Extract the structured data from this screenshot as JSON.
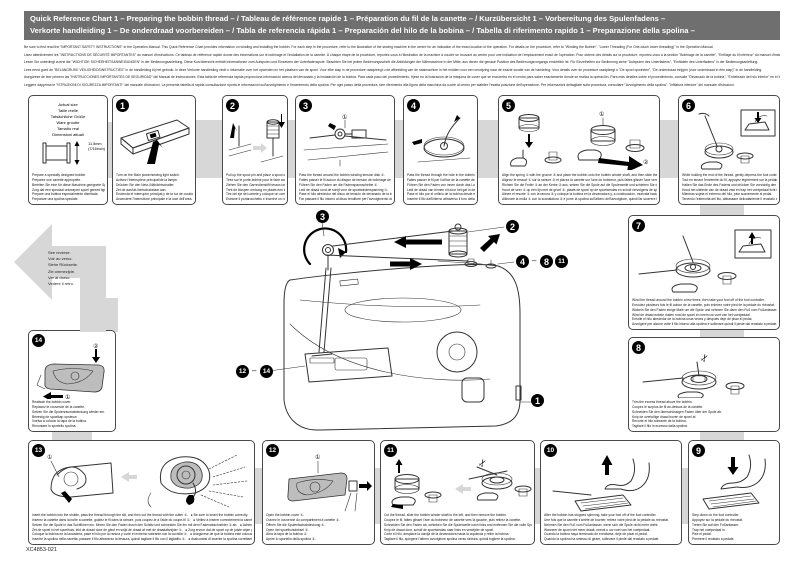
{
  "colors": {
    "header_bg": "#6f6f6f",
    "connector_gray": "#d7d7d7",
    "badge": "#000000"
  },
  "header": {
    "line1": "Quick Reference Chart 1  – Preparing the bobbin thread – / Tableau de référence rapide 1  – Préparation du fil de la canette – / Kurzübersicht 1  – Vorbereitung des Spulenfadens –",
    "line2": "Verkorte handleiding 1  – De onderdraad voorbereiden – / Tabla de referencia rápida 1  – Preparación del hilo de la bobina – / Tabella di riferimento rapido 1  – Preparazione della spolina –"
  },
  "intro": {
    "lines": [
      "Be sure to first read the \"IMPORTANT SAFETY INSTRUCTIONS\" in the Operation Manual. This Quick Reference Chart provides information on winding and installing the bobbin. For each step in the procedure, refer to the illustration of the sewing machine in the centre for an indication of the exact location of the operation. For details on the procedure, refer to \"Winding the Bobbin\", \"Lower Threading (For One-touch lower threading)\" in the Operation Manual.",
      "Lisez attentivement les \"INSTRUCTIONS DE SÉCURITÉ IMPORTANTES\" du manuel d'instructions. Ce tableau de référence rapide donne des informations sur le bobinage et l'installation de la canette. À chaque étape de la procédure, reportez-vous à l'illustration de la machine à coudre se trouvant au centre pour une indication de l'emplacement exact de l'opération. Pour obtenir des détails sur la procédure, reportez-vous à la section \"Bobinage de la canette\", \"Enfilage du fil inférieur\" du manuel d'instructions.",
      "Lesen Sie unbedingt zuerst die \"WICHTIGE SICHERHEITSANWEISUNGEN\" in der Bedienungsanleitung. Diese Kurzübersicht enthält Informationen zum Aufspulen und Einsetzen der Unterfadenspule. Beachten Sie bei jedem Bedienungsschritt die Abbildungen der Nähmaschine in der Mitte, aus denen die genaue Position des Bedienungsvorgangs ersichtlich ist. Für Einzelheiten zur Bedienung siehe \"Aufspulen des Unterfadens\", \"Einfädeln des Unterfadens\" in der Bedienungsanleitung.",
      "Lees eerst goed de \"BELANGRIJKE VEILIGHEIDSINSTRUCTIES\" in de handleiding bij het gebruik. In deze Verkorte handleiding vindt u informatie over het opwinden en het plaatsen van de spoel. Voor elke stap in de procedure raadpleegt u de afbeelding van de naaimachine in het midden voor een verwijzing naar de exacte locatie van de handeling. Voor details over de procedure raadpleegt u \"De spoel opwinden\", \"De onderdraad inrijgen (voor onderdraad in één stap)\" in de handleiding.",
      "Asegúrese de leer primero las \"INSTRUCCIONES IMPORTANTES DE SEGURIDAD\" del Manual de instrucciones. Esta tabla de referencia rápida proporciona información acerca del devanado y la instalación de la bobina. Para cada paso del procedimiento, fíjese en la ilustración de la máquina de coser que se encuentra en el centro para saber exactamente dónde se realiza la operación. Para más detalles sobre el procedimiento, consulte \"Devanado de la bobina\", \"Enhebrado del hilo inferior\" en el Manual de instrucciones.",
      "Leggere dapprima le \"ISTRUZIONI DI SICUREZZA IMPORTANTI\" del manuale d'istruzioni. La presente tabella di rapida consultazione riporta le informazioni sull'avvolgimento e l'inserimento della spolina. Per ogni passo della procedura, fare riferimento alla figura della macchina da cucire al centro per stabilire l'esatta posizione dell'operazione. Per informazioni dettagliate sulla procedura, consultare \"Avvolgimento della spolina\", \"Infilatura inferiore\" del manuale d'istruzioni."
    ]
  },
  "actual_size": {
    "labels": "Actual size\nTaille réelle\nTatsächliche Größe\nWare grootte\nTamaño real\nDimensioni attuali",
    "dimension": "11.5mm\n(7/16inch)",
    "caption": "Prepare a specially designed bobbin.\nPréparez une canette appropriée.\nBereiten Sie eine für diese Maschine geeignete Spule vor.\nZorg dat een speciaal ontworpen spoel gereed ligt.\nPrepare una bobina especialmente diseñada.\nPreparare una spolina speciale."
  },
  "see_reverse": {
    "text": "See reverse.\nVoir au verso.\nSiehe Rückseite.\nZie ommezijde.\nVer al dorso.\nVedere il retro."
  },
  "marks": {
    "m1": "①",
    "m2": "②",
    "scissors": "✂"
  },
  "steps": [
    {
      "num": "1",
      "caption": "Turn on the Main power/sewing light switch.\nActivez l'interrupteur principal/de la lampe.\nDrücken Sie den Netz-/Nählichtschalter.\nZet de aan/uit-lichtschakelaar aan.\nEncienda el interruptor principal y de la luz de cosido.\nAccendere l'interruttore principale e la luce dell'area."
    },
    {
      "num": "2",
      "caption": "Pull up the spool pin and place a spool of thread on this pin.\nTirez sur le porte-bobine pour le faire sortir et placez une bobine de fil.\nZiehen Sie den Garnrollenstift heraus und setzen Sie eine Garnrolle auf diesen Stift.\nTrek de klospen omhoog en plaats een klos garen op deze pen.\nTire del eje del carrete y coloque un carrete de hilo.\nEstrarre il portarocchetto e inserirvi un rocchetto di filo."
    },
    {
      "num": "3",
      "caption": "Pass the thread around the bobbin winding tension disk ①.\nFaites passer le fil autour du disque de tension de bobinage de la canette ①.\nFühren Sie den Faden um die Fadenspannscheibe ①.\nLeid de draad rond de schijf voor de spoelwinderspanning ①.\nPase el hilo alrededor del disco de tensión de devanado de la bobina ①.\nFar passare il filo intorno al disco tenditore per l'avvolgimento della spolina ①."
    },
    {
      "num": "4",
      "caption": "Pass the thread through the hole in the bobbin from the inside.\nFaites passer le fil par l'orifice de la canette de l'intérieur.\nFühren Sie den Faden von innen durch das Loch in der Spule.\nLeid de draad van binnen uit door het gat in de spoel.\nPase el hilo por el orificio de la bobina desde el interior.\nInserire il filo dall'interno attraverso il foro della spolina."
    },
    {
      "num": "5",
      "caption": "Align the spring ① with the groove ② and place the bobbin onto the bobbin winder shaft, and then slide the bobbin winder shaft to the right.\nAlignez le ressort ① sur la rainure ② et placez la canette sur l'axe du bobineur, puis faites glisser l'axe vers la droite.\nRichten Sie die Feder ① an der Kerbe ② aus, setzen Sie die Spule auf die Spulerwelle und schieben Sie dann die Spulerwelle nach rechts.\nHoud de veer ① op één lijn met de groef ②, plaats de spoel op de spoelwindas en schuif vervolgens de spoelwindas naar rechts.\nAlinee el resorte ① con la ranura ② y coloque la bobina en la devanadora y, a continuación, muévala hacia la derecha.\nAllineare la molla ① con la scanalatura ② e porre la spolina sull'albero dell'avvolgitore, quindi far scorrere l'albero verso destra."
    },
    {
      "num": "6",
      "caption": "While holding the end of the thread, gently depress the foot controller.\nTout en tenant l'extrémité du fil, appuyez légèrement sur la pédale du rhéostat.\nHalten Sie das Ende des Fadens und drücken Sie vorsichtig den Fußanlasser.\nHoud het uiteinde van de draad vast en trap het voetpedaal licht in.\nMientras sujeta el extremo del hilo, pise suavemente el pedal.\nTenendo l'estremità del filo, abbassare delicatamente il reostato a pedale."
    },
    {
      "num": "7",
      "caption": "Wind the thread around the bobbin a few times, then take your foot off of the foot controller.\nEnroulez plusieurs fois le fil autour de la canette, puis enlevez votre pied de la pédale du rhéostat.\nWickeln Sie den Faden einige Male um die Spule und nehmen Sie dann den Fuß vom Fußanlasser.\nWind de draad enkele malen rond de spoel en neem uw voet van het voetpedaal.\nEnrolle el hilo alrededor de la bobina unas veces y después deje de pisar el pedal.\nAvvolgere per alcune volte il filo intorno alla spolina e sollevare quindi il piede dal reostato a pedale."
    },
    {
      "num": "8",
      "caption": "Trim the excess thread above the bobbin.\nCoupez le surplus de fil au-dessus de la canette.\nSchneiden Sie den überschüssigen Faden über der Spule ab.\nKnip de overtollige draad boven de spoel af.\nRecorte el hilo sobrante de la bobina.\nTagliare il filo in eccesso dalla spolina."
    },
    {
      "num": "9",
      "caption": "Step down on the foot controller.\nAppuyez sur la pédale du rhéostat.\nTreten Sie auf den Fußanlasser.\nTrap het voetpedaal in.\nPise el pedal.\nPremere il reostato a pedale."
    },
    {
      "num": "10",
      "caption": "After the bobbin has stopped spinning, take your foot off of the foot controller.\nUne fois que la canette s'arrête de tourner, retirez votre pied de la pédale du rhéostat.\nNehmen Sie den Fuß vom Fußanlasser, wenn sich die Spule nicht mehr dreht.\nWanneer de spoel niet meer draait, neemt u uw voet van het voetpedaal.\nCuando la bobina haya terminado de enrollarse, deje de pisar el pedal.\nQuando la spolina ha smesso di girare, sollevare il piede dal reostato a pedale."
    },
    {
      "num": "11",
      "caption": "Cut the thread, slide the bobbin winder shaft to the left, and then remove the bobbin.\nCoupez le fil, faites glisser l'axe du bobineur de canette vers la gauche, puis retirez la canette.\nSchneiden Sie den Faden ab, schieben Sie die Spulerwelle nach links und entfernen Sie die volle Spule vom Spuler.\nKnip de draad door, schuif de spoelwindas naar links en verwijder de spoel.\nCorte el hilo, desplace la clavija de la devanadora hacia la izquierda y retire la bobina.\nTagliare il filo, spingere l'albero avvolgitore spolina verso sinistra, quindi togliere la spolina."
    },
    {
      "num": "12",
      "caption": "Open the bobbin cover ①.\nOuvrez le couvercle du compartiment à canette ①.\nÖffnen Sie die Spulenfachabdeckung ①.\nOpen het spoelhuisdeksel ①.\nAbra la tapa de la bobina ①.\nAprire lo sportello della spolina ①."
    },
    {
      "num": "13",
      "caption": "Insert the bobbin into the shuttle, pass the thread through the slit, and then cut the thread with the cutter ①.   ● Be sure to insert the bobbin correctly.\nInsérez la canette dans la boîte à canette, guidez le fil dans la rainure, puis coupez-le à l'aide du coupe-fil ①.   ● Veillez à insérer correctement la canette.\nSetzen Sie die Spule in das Schiffchen ein, führen Sie den Faden durch den Schlitz und schneiden Sie ihn mit dem Fadenabschneider ① ab.   ● Achten Sie darauf, dass die Spule richtig eingesetzt ist.\nZet de spoel in het spoelhuis, leid de draad door de gleuf en snijd de draad af met de draadafsnijder ①.   ● Zorg ervoor dat de spoel op de juiste wijze geplaatst is.\nColoque la bobina en la lanzadera, pase el hilo por la ranura y corte el extremo sobrante con la cuchilla ①.   ● Asegúrese de que la bobina esté colocada correctamente.\nInserire la spolina nella navetta, passare il filo attraverso la fessura, quindi tagliare il filo con il tagliafilo ①.   ● Assicurarsi di inserire la spolina correttamente."
    },
    {
      "num": "14",
      "caption": "Reattach the bobbin cover.\nReplacez le couvercle de la canette.\nSetzen Sie die Spulenraumabdeckung wieder ein.\nBevestig de spoelkap opnieuw.\nVuelva a colocar la tapa de la bobina.\nRimontare lo sportello spolina."
    }
  ],
  "diagram": {
    "dash": "–",
    "callouts": {
      "tension": "3",
      "spool": "2",
      "winder_start": "4",
      "winder_end": "8",
      "winder_extra": "11",
      "power": "1",
      "plate_start": "12",
      "plate_end": "14"
    }
  },
  "footer": {
    "part_number": "XC4853-021"
  }
}
